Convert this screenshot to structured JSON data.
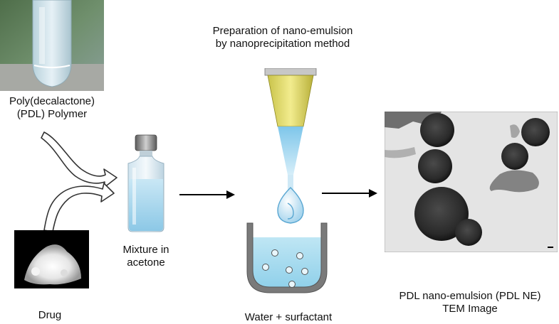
{
  "polymer": {
    "line1": "Poly(decalactone)",
    "line2": "(PDL) Polymer"
  },
  "drug": {
    "label": "Drug"
  },
  "mixture": {
    "line1": "Mixture in",
    "line2": "acetone"
  },
  "prep": {
    "line1": "Preparation of nano-emulsion",
    "line2": "by nanoprecipitation method"
  },
  "water": {
    "label": "Water + surfactant"
  },
  "result": {
    "line1": "PDL nano-emulsion (PDL NE)",
    "line2": "TEM Image"
  }
}
